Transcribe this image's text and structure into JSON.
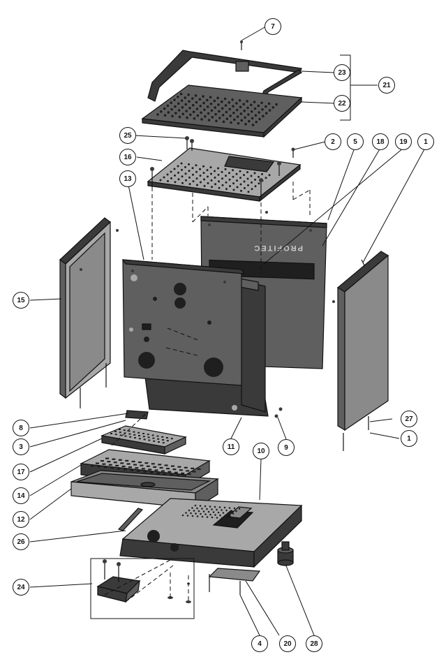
{
  "brand_mark": "PROFITEC",
  "callouts": [
    "7",
    "23",
    "21",
    "22",
    "25",
    "2",
    "5",
    "18",
    "19",
    "1",
    "16",
    "13",
    "15",
    "8",
    "3",
    "17",
    "14",
    "12",
    "26",
    "24",
    "11",
    "9",
    "10",
    "27",
    "1",
    "4",
    "20",
    "28"
  ]
}
